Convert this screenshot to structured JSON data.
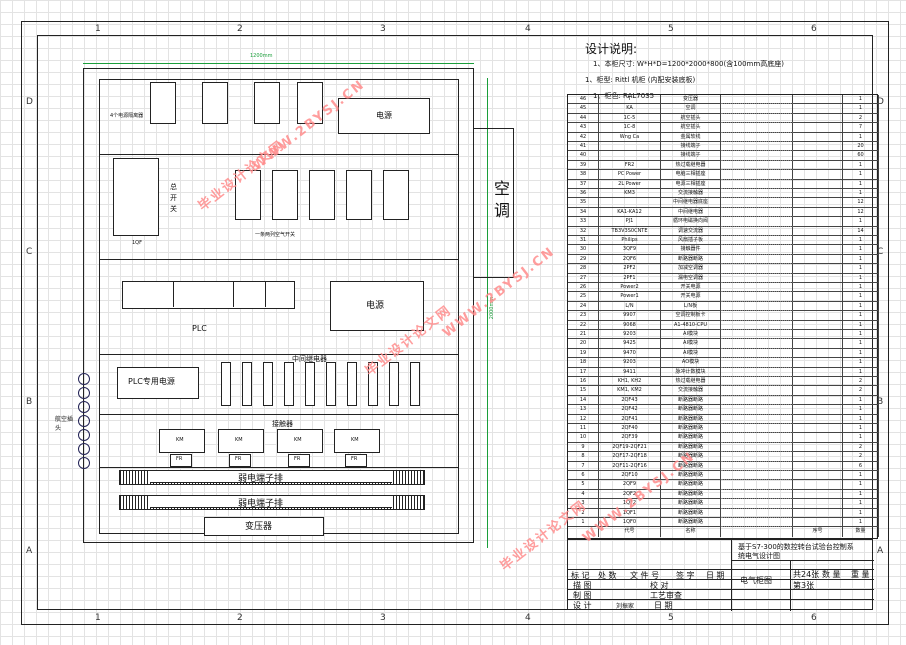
{
  "zones": {
    "top": [
      "1",
      "2",
      "3",
      "4",
      "5",
      "6"
    ],
    "left": [
      "D",
      "C",
      "B",
      "A"
    ]
  },
  "design": {
    "title": "设计说明:",
    "line1": "1、本柜尺寸: W*H*D=1200*2000*800(含100mm高底座)",
    "line2": "1、柜型: Rittl 机柜 (内配安装底板)",
    "line3": "1、柜色: RAL7035"
  },
  "cabinet": {
    "width_dim": "1200mm",
    "height_dim": "2000mm",
    "breaker_label": "4个电源隔离器",
    "power_top": "电源",
    "main_switch": "总开关",
    "main_switch_code": "1QF",
    "air_switch_label": "一条两列空气开关",
    "power_mid": "电源",
    "plc": "PLC",
    "relay_label": "中间继电器",
    "plc_power": "PLC专用电源",
    "contactor_label": "接触器",
    "contactors": [
      "KM",
      "KM",
      "KM",
      "KM"
    ],
    "fr": [
      "FR",
      "FR",
      "FR",
      "FR"
    ],
    "terminal1": "弱电端子排",
    "terminal2": "弱电端子排",
    "transformer": "变压器",
    "aviation_plug": "航空插头",
    "ac": "空调"
  },
  "watermarks": [
    "毕业设计论文网",
    "WWW.2BYSJ.CN"
  ],
  "bom": {
    "rows": [
      [
        "46",
        "T",
        "变压器",
        "1"
      ],
      [
        "45",
        "KA",
        "空调",
        "1"
      ],
      [
        "44",
        "1C-5",
        "航空插头",
        "2"
      ],
      [
        "43",
        "1C-8",
        "航空插头",
        "7"
      ],
      [
        "42",
        "Wng Ca",
        "金属软线",
        "1"
      ],
      [
        "41",
        "",
        "接线端子",
        "20"
      ],
      [
        "40",
        "",
        "接线端子",
        "60"
      ],
      [
        "39",
        "FR2",
        "热过载继电器",
        "1"
      ],
      [
        "38",
        "PC Power",
        "电脑三相插座",
        "1"
      ],
      [
        "37",
        "2L Power",
        "电源三相插座",
        "1"
      ],
      [
        "36",
        "KM3",
        "交流接触器",
        "1"
      ],
      [
        "35",
        "",
        "中间继电器底座",
        "12"
      ],
      [
        "34",
        "KA1-KA12",
        "中间继电器",
        "12"
      ],
      [
        "33",
        "PJ1",
        "循环电磁换向阀",
        "1"
      ],
      [
        "32",
        "TB3V3S0CNTE",
        "调速交流器",
        "14"
      ],
      [
        "31",
        "Philips",
        "风扇插子板",
        "1"
      ],
      [
        "30",
        "3QF9",
        "接触器件",
        "1"
      ],
      [
        "29",
        "2QF6",
        "断路器断路",
        "1"
      ],
      [
        "28",
        "2PF2",
        "加减空调器",
        "1"
      ],
      [
        "27",
        "2PF1",
        "漏电空调器",
        "1"
      ],
      [
        "26",
        "Power2",
        "开关电源",
        "1"
      ],
      [
        "25",
        "Power1",
        "开关电源",
        "1"
      ],
      [
        "24",
        "L/N",
        "L/N板",
        "1"
      ],
      [
        "23",
        "9907",
        "空调控制板卡",
        "1"
      ],
      [
        "22",
        "9068",
        "A1-4810-CPU",
        "1"
      ],
      [
        "21",
        "9203",
        "AI模块",
        "1"
      ],
      [
        "20",
        "9425",
        "AI模块",
        "1"
      ],
      [
        "19",
        "9470",
        "AI模块",
        "1"
      ],
      [
        "18",
        "9203",
        "AO模块",
        "1"
      ],
      [
        "17",
        "9411",
        "脉冲计数模块",
        "1"
      ],
      [
        "16",
        "KH1, KH2",
        "热过载继电器",
        "2"
      ],
      [
        "15",
        "KM1, KM2",
        "交流接触器",
        "2"
      ],
      [
        "14",
        "2QF43",
        "断路器断路",
        "1"
      ],
      [
        "13",
        "2QF42",
        "断路器断路",
        "1"
      ],
      [
        "12",
        "2QF41",
        "断路器断路",
        "1"
      ],
      [
        "11",
        "2QF40",
        "断路器断路",
        "1"
      ],
      [
        "10",
        "2QF39",
        "断路器断路",
        "1"
      ],
      [
        "9",
        "2QF19-2QF21",
        "断路器断路",
        "2"
      ],
      [
        "8",
        "2QF17-2QF18",
        "断路器断路",
        "2"
      ],
      [
        "7",
        "2QF11-2QF16",
        "断路器断路",
        "6"
      ],
      [
        "6",
        "2QF10",
        "断路器断路",
        "1"
      ],
      [
        "5",
        "2QF9",
        "断路器断路",
        "1"
      ],
      [
        "4",
        "2QF2",
        "断路器断路",
        "1"
      ],
      [
        "3",
        "1QF2",
        "断路器断路",
        "1"
      ],
      [
        "2",
        "1QF1",
        "断路器断路",
        "1"
      ],
      [
        "1",
        "1QF0",
        "断路器断路",
        "1"
      ]
    ],
    "header": [
      "代号",
      "名称",
      "序号",
      "数量"
    ]
  },
  "title_block": {
    "project": "基于S7-300的数控转台试验台控制系统电气设计图",
    "labels": [
      "标 记",
      "处 数",
      "文 件 号",
      "签 字",
      "日 期"
    ],
    "drawing": "电气柜图",
    "sheet_total": "共24张",
    "sheet_no": "第3张",
    "cols": [
      "数 量",
      "重 量"
    ],
    "rows": [
      "描 图",
      "制 图",
      "设 计"
    ],
    "check": "校 对",
    "process": "工艺审查",
    "date": "日 期",
    "designer": "刘振家"
  }
}
